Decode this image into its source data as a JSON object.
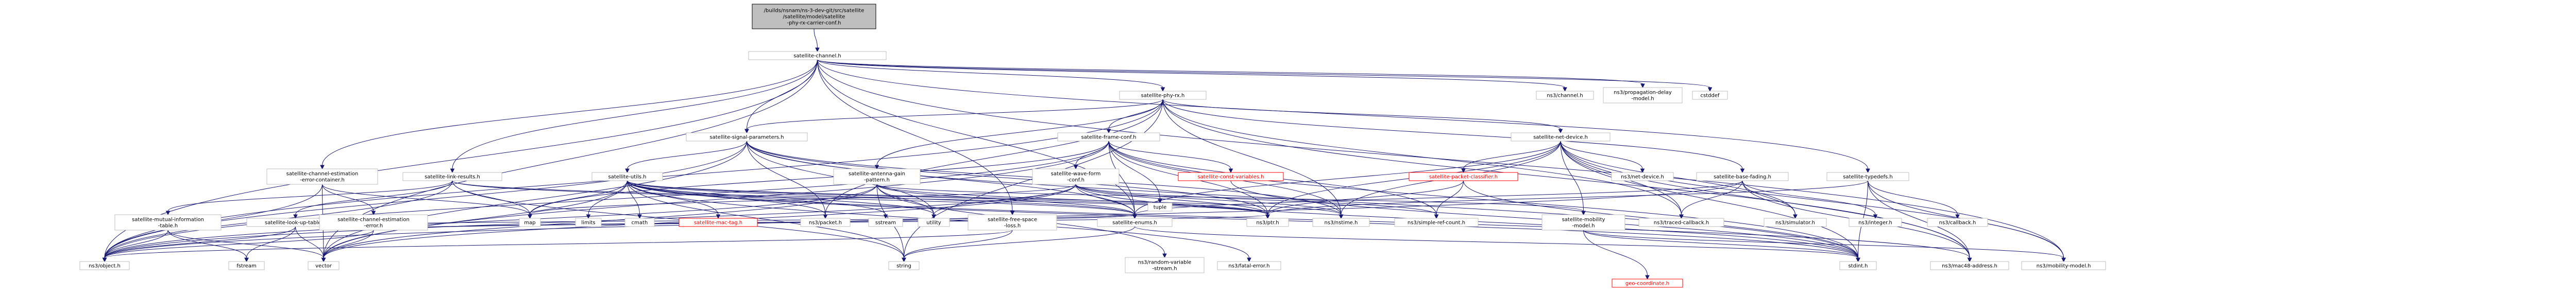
{
  "colors": {
    "edge": "#191970",
    "box_border": "#bfbfbf",
    "box_border_red": "#ff0000",
    "box_fill": "#ffffff",
    "root_fill": "#bfbfbf",
    "root_border": "#000000",
    "red_text": "#ff0000"
  },
  "nodes": [
    {
      "id": "root",
      "lines": [
        "/builds/nsnam/ns-3-dev-git/src/satellite",
        "/satellite/model/satellite",
        "-phy-rx-carrier-conf.h"
      ],
      "kind": "root"
    },
    {
      "id": "channel",
      "lines": [
        "satellite-channel.h"
      ]
    },
    {
      "id": "phy-rx",
      "lines": [
        "satellite-phy-rx.h"
      ]
    },
    {
      "id": "signal-params",
      "lines": [
        "satellite-signal-parameters.h"
      ]
    },
    {
      "id": "net-device",
      "lines": [
        "satellite-net-device.h"
      ]
    },
    {
      "id": "frame-conf",
      "lines": [
        "satellite-frame-conf.h"
      ]
    },
    {
      "id": "ns3-channel",
      "lines": [
        "ns3/channel.h"
      ]
    },
    {
      "id": "ns3-propagation",
      "lines": [
        "ns3/propagation-delay",
        "-model.h"
      ]
    },
    {
      "id": "cstddef",
      "lines": [
        "cstddef"
      ]
    },
    {
      "id": "chan-est-container",
      "lines": [
        "satellite-channel-estimation",
        "-error-container.h"
      ]
    },
    {
      "id": "link-results",
      "lines": [
        "satellite-link-results.h"
      ]
    },
    {
      "id": "utils",
      "lines": [
        "satellite-utils.h"
      ]
    },
    {
      "id": "antenna-gain",
      "lines": [
        "satellite-antenna-gain",
        "-pattern.h"
      ]
    },
    {
      "id": "wave-form",
      "lines": [
        "satellite-wave-form",
        "-conf.h"
      ]
    },
    {
      "id": "const-vars",
      "lines": [
        "satellite-const-variables.h"
      ],
      "kind": "red"
    },
    {
      "id": "tuple",
      "lines": [
        "tuple"
      ]
    },
    {
      "id": "packet-classifier",
      "lines": [
        "satellite-packet-classifier.h"
      ],
      "kind": "red"
    },
    {
      "id": "ns3-net-device",
      "lines": [
        "ns3/net-device.h"
      ]
    },
    {
      "id": "base-fading",
      "lines": [
        "satellite-base-fading.h"
      ]
    },
    {
      "id": "typedefs",
      "lines": [
        "satellite-typedefs.h"
      ]
    },
    {
      "id": "mutual-info",
      "lines": [
        "satellite-mutual-information",
        "-table.h"
      ]
    },
    {
      "id": "look-up",
      "lines": [
        "satellite-look-up-table.h"
      ]
    },
    {
      "id": "chan-est-error",
      "lines": [
        "satellite-channel-estimation",
        "-error.h"
      ]
    },
    {
      "id": "map",
      "lines": [
        "map"
      ]
    },
    {
      "id": "limits",
      "lines": [
        "limits"
      ]
    },
    {
      "id": "cmath",
      "lines": [
        "cmath"
      ]
    },
    {
      "id": "mac-tag",
      "lines": [
        "satellite-mac-tag.h"
      ],
      "kind": "red"
    },
    {
      "id": "ns3-packet",
      "lines": [
        "ns3/packet.h"
      ]
    },
    {
      "id": "sstream",
      "lines": [
        "sstream"
      ]
    },
    {
      "id": "utility",
      "lines": [
        "utility"
      ]
    },
    {
      "id": "free-space",
      "lines": [
        "satellite-free-space",
        "-loss.h"
      ]
    },
    {
      "id": "enums",
      "lines": [
        "satellite-enums.h"
      ]
    },
    {
      "id": "ns3-ptr",
      "lines": [
        "ns3/ptr.h"
      ]
    },
    {
      "id": "ns3-nstime",
      "lines": [
        "ns3/nstime.h"
      ]
    },
    {
      "id": "ns3-simple-ref",
      "lines": [
        "ns3/simple-ref-count.h"
      ]
    },
    {
      "id": "mobility-model",
      "lines": [
        "satellite-mobility",
        "-model.h"
      ]
    },
    {
      "id": "ns3-traced-cb",
      "lines": [
        "ns3/traced-callback.h"
      ]
    },
    {
      "id": "ns3-simulator",
      "lines": [
        "ns3/simulator.h"
      ]
    },
    {
      "id": "ns3-integer",
      "lines": [
        "ns3/integer.h"
      ]
    },
    {
      "id": "ns3-callback",
      "lines": [
        "ns3/callback.h"
      ]
    },
    {
      "id": "ns3-object",
      "lines": [
        "ns3/object.h"
      ]
    },
    {
      "id": "fstream",
      "lines": [
        "fstream"
      ]
    },
    {
      "id": "vector",
      "lines": [
        "vector"
      ]
    },
    {
      "id": "string",
      "lines": [
        "string"
      ]
    },
    {
      "id": "ns3-random",
      "lines": [
        "ns3/random-variable",
        "-stream.h"
      ]
    },
    {
      "id": "ns3-fatal",
      "lines": [
        "ns3/fatal-error.h"
      ]
    },
    {
      "id": "stdint",
      "lines": [
        "stdint.h"
      ]
    },
    {
      "id": "geo-coordinate",
      "lines": [
        "geo-coordinate.h"
      ],
      "kind": "red"
    },
    {
      "id": "ns3-mac48",
      "lines": [
        "ns3/mac48-address.h"
      ]
    },
    {
      "id": "ns3-mobility",
      "lines": [
        "ns3/mobility-model.h"
      ]
    }
  ]
}
